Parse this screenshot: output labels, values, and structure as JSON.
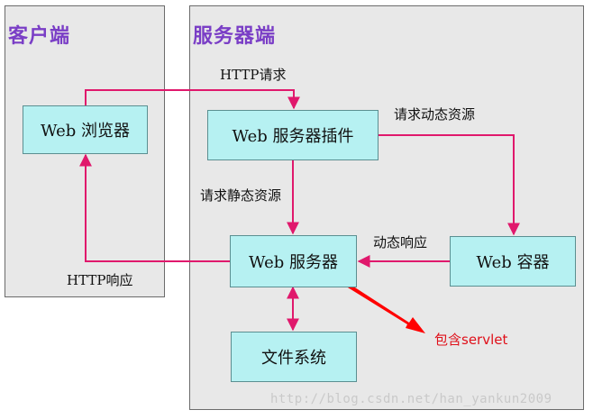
{
  "panels": {
    "client_title": "客户端",
    "server_title": "服务器端"
  },
  "nodes": {
    "browser": "Web 浏览器",
    "plugin": "Web 服务器插件",
    "server": "Web 服务器",
    "container": "Web 容器",
    "filesystem": "文件系统"
  },
  "edges": {
    "http_request": "HTTP请求",
    "dynamic_request": "请求动态资源",
    "static_request": "请求静态资源",
    "dynamic_response": "动态响应",
    "http_response": "HTTP响应"
  },
  "annotation": "包含servlet",
  "watermark": "http://blog.csdn.net/han_yankun2009",
  "colors": {
    "arrow": "#e0186c",
    "callout": "#ff0000",
    "box_fill": "#b6f1f2",
    "panel_fill": "#e8e8e8",
    "title": "#7a3ec6"
  }
}
